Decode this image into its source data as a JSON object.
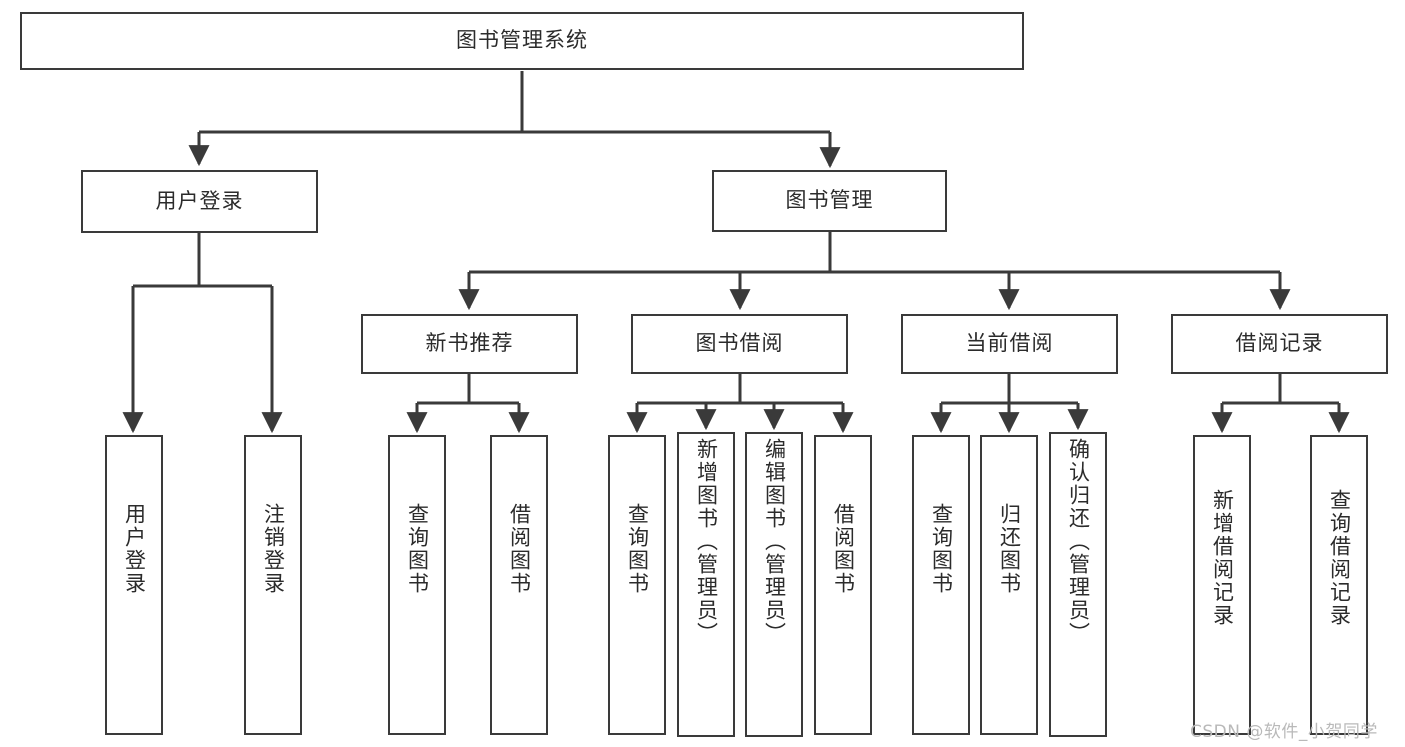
{
  "diagram": {
    "title": "图书管理系统",
    "type": "tree-hierarchy",
    "root": {
      "label": "图书管理系统"
    },
    "level2": [
      {
        "label": "用户登录"
      },
      {
        "label": "图书管理"
      }
    ],
    "level3": [
      {
        "label": "新书推荐"
      },
      {
        "label": "图书借阅"
      },
      {
        "label": "当前借阅"
      },
      {
        "label": "借阅记录"
      }
    ],
    "leaves": {
      "user_login": [
        {
          "label": "用户登录"
        },
        {
          "label": "注销登录"
        }
      ],
      "new_book_recommend": [
        {
          "label": "查询图书"
        },
        {
          "label": "借阅图书"
        }
      ],
      "book_borrow": [
        {
          "label": "查询图书"
        },
        {
          "label": "新增图书（管理员）"
        },
        {
          "label": "编辑图书（管理员）"
        },
        {
          "label": "借阅图书"
        }
      ],
      "current_borrow": [
        {
          "label": "查询图书"
        },
        {
          "label": "归还图书"
        },
        {
          "label": "确认归还（管理员）"
        }
      ],
      "borrow_record": [
        {
          "label": "新增借阅记录"
        },
        {
          "label": "查询借阅记录"
        }
      ]
    }
  },
  "watermark": {
    "text": "CSDN @软件_小贺同学"
  },
  "colors": {
    "border": "#3a3a3a",
    "text": "#2b2b2b",
    "background": "#ffffff",
    "watermark": "#b9b9b9"
  }
}
